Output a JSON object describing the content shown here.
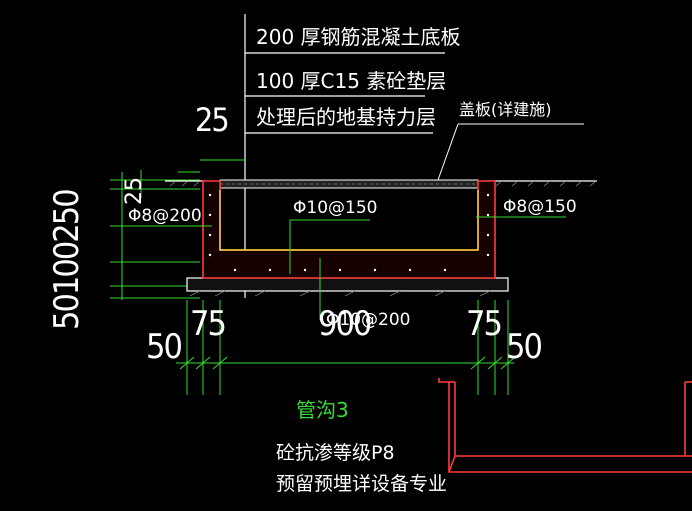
{
  "layers": {
    "line1": "200  厚钢筋混凝土底板",
    "line2": "100  厚C15  素砼垫层",
    "line3": "处理后的地基持力层"
  },
  "labels": {
    "cover_plate": "盖板(详建施)",
    "rebar_left": "Φ8@200",
    "rebar_middle": "Φ10@150",
    "rebar_right": "Φ8@150",
    "rebar_bottom": "Φ10@200"
  },
  "dimensions": {
    "left_vertical": "50100250",
    "left_small_1": "25",
    "left_small_2": "25",
    "bottom_left_50": "50",
    "bottom_left_75": "75",
    "bottom_middle": "900",
    "bottom_right_75": "75",
    "bottom_right_50": "50"
  },
  "title": "管沟3",
  "notes": {
    "line1": "砼抗渗等级P8",
    "line2": "预留预埋详设备专业"
  },
  "colors": {
    "background": "#000000",
    "drawing_line": "#ffffff",
    "dimension_line": "#33dd33",
    "section_outline": "#ff3b3b",
    "inner_wall": "#ffff44"
  }
}
